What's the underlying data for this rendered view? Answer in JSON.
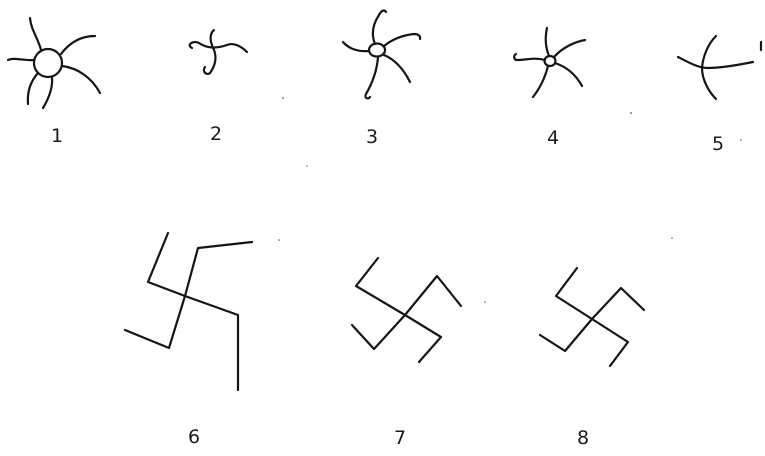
{
  "figures": [
    {
      "label": "1"
    },
    {
      "label": "2"
    },
    {
      "label": "3"
    },
    {
      "label": "4"
    },
    {
      "label": "5"
    },
    {
      "label": "6"
    },
    {
      "label": "7"
    },
    {
      "label": "8"
    }
  ],
  "colors": {
    "ink": "#151515",
    "background": "#ffffff"
  }
}
